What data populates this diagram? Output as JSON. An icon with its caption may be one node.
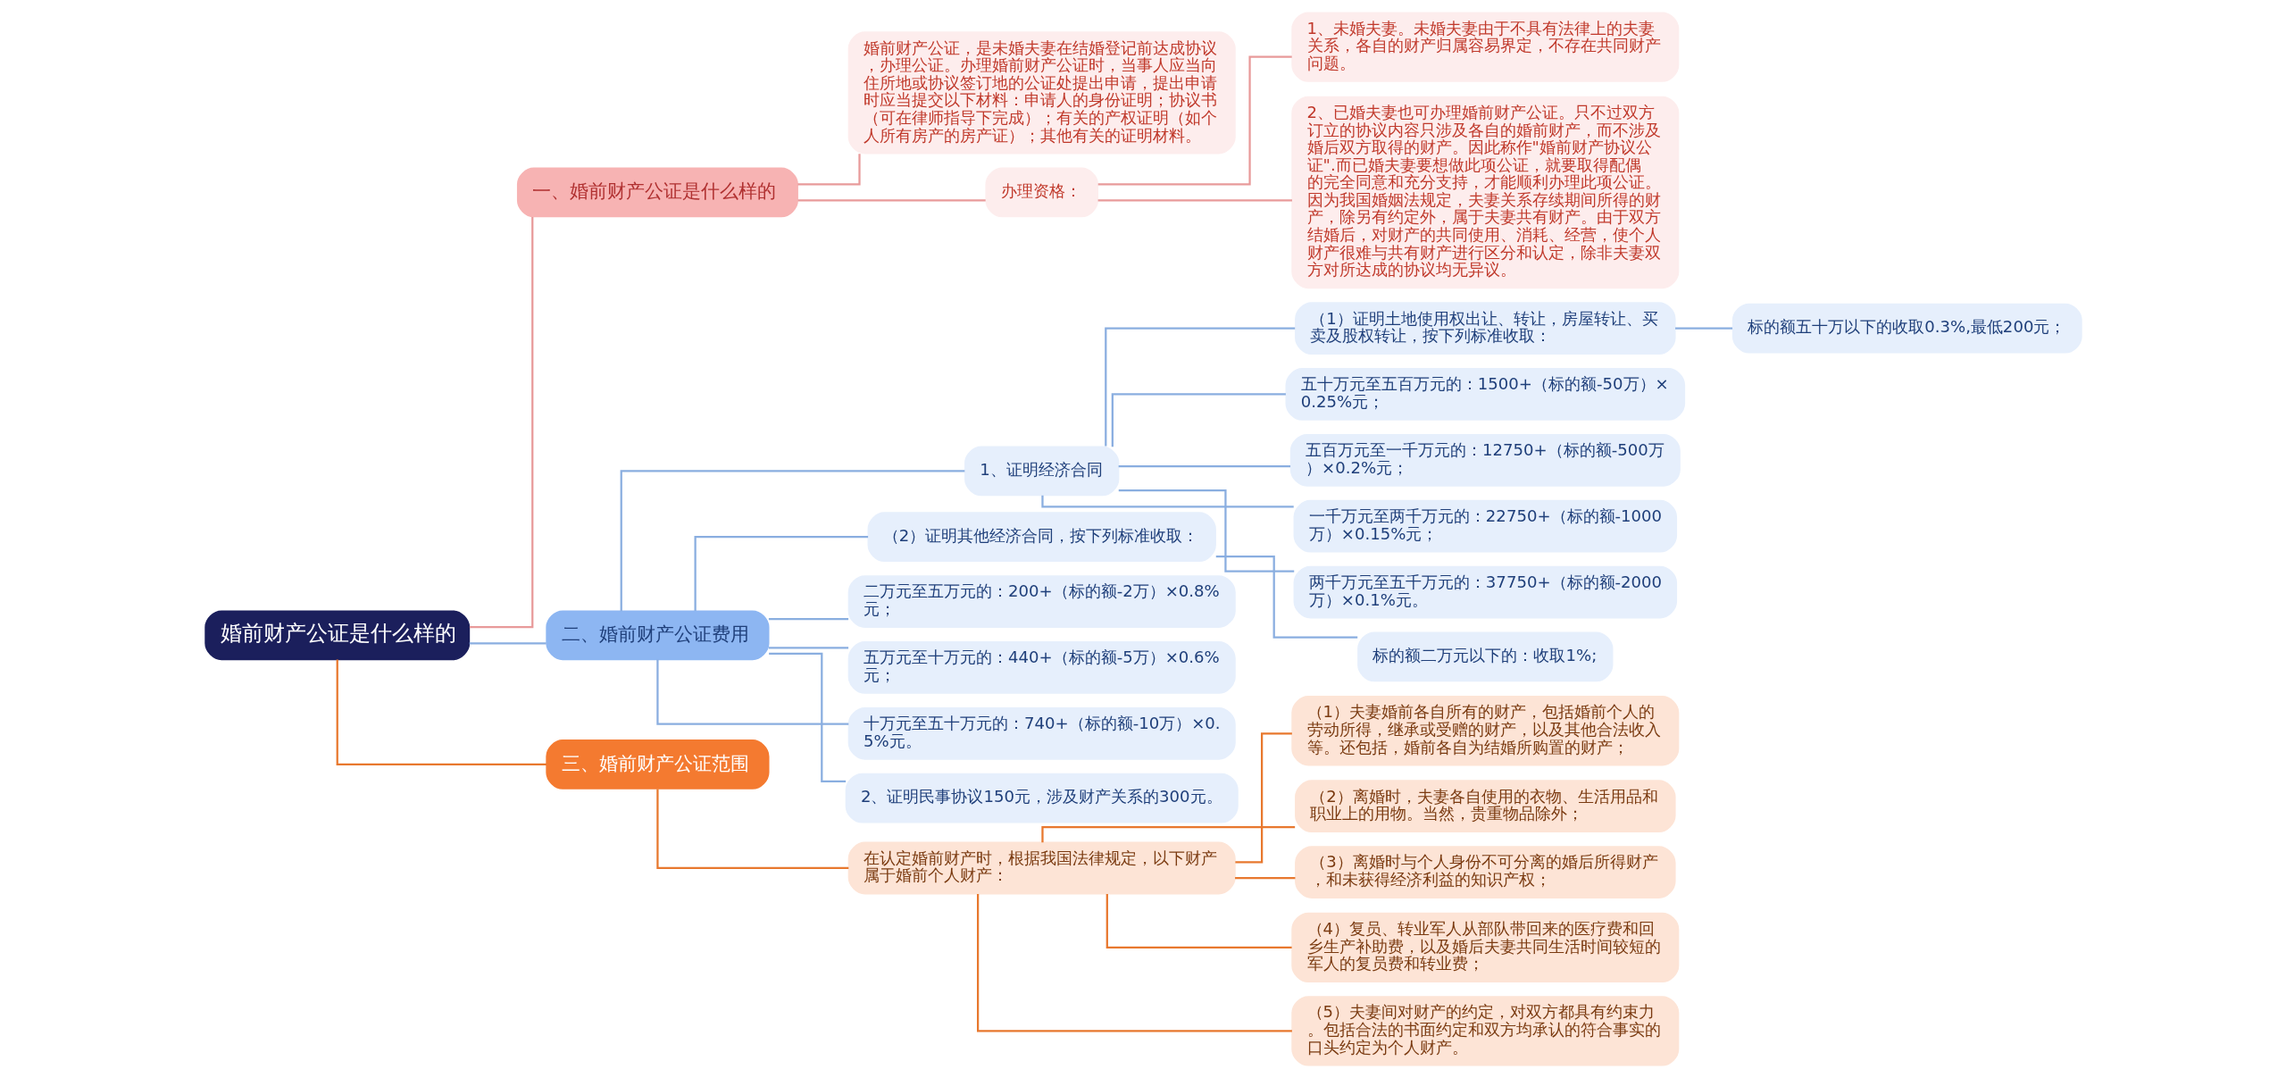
{
  "diagram": {
    "nodes": [
      {
        "text": [
          "婚前财产公证是什么样的"
        ]
      },
      {
        "text": [
          "一、婚前财产公证是什么样的"
        ]
      },
      {
        "text": [
          "婚前财产公证，是未婚夫妻在结婚登记前达成协议，办理公证。办理婚前财产公证时，当事人应当向住所地或协议签订地的公证处提出申请，提出申请时应当提交以下材料：申请人的身份证明；协议书（可在律师指导下完成）；有关的产权证明（如个人所有房产的房产证）；其他有关的证明材料。"
        ]
      },
      {
        "text": [
          "办理资格："
        ]
      },
      {
        "text": [
          "1、未婚夫妻。未婚夫妻由于不具有法律上的夫妻关系，各自的财产归属容易界定，不存在共同财产问题。"
        ]
      },
      {
        "text": [
          "2、已婚夫妻也可办理婚前财产公证。只不过双方订立的协议内容只涉及各自的婚前财产，而不涉及婚后双方取得的财产。因此称作\"婚前财产协议公证\".而已婚夫妻要想做此项公证，就要取得配偶的完全同意和充分支持，才能顺利办理此项公证。因为我国婚姻法规定，夫妻关系存续期间所得的财产，除另有约定外，属于夫妻共有财产。由于双方结婚后，对财产的共同使用、消耗、经营，使个人财产很难与共有财产进行区分和认定，除非夫妻双方对所达成的协议均无异议。"
        ]
      },
      {
        "text": [
          "二、婚前财产公证费用"
        ]
      },
      {
        "text": [
          "1、证明经济合同"
        ]
      },
      {
        "text": [
          "（1）证明土地使用权出让、转让，房屋转让、买卖及股权转让，按下列标准收取："
        ]
      },
      {
        "text": [
          "标的额五十万以下的收取0.3%,最低200元；"
        ]
      },
      {
        "text": [
          "五十万元至五百万元的：1500+（标的额-50万）×0.25%元；"
        ]
      },
      {
        "text": [
          "五百万元至一千万元的：12750+（标的额-500万）×0.2%元；"
        ]
      },
      {
        "text": [
          "一千万元至两千万元的：22750+（标的额-1000万）×0.15%元；"
        ]
      },
      {
        "text": [
          "两千万元至五千万元的：37750+（标的额-2000万）×0.1%元。"
        ]
      },
      {
        "text": [
          "（2）证明其他经济合同，按下列标准收取："
        ]
      },
      {
        "text": [
          "标的额二万元以下的：收取1%;"
        ]
      },
      {
        "text": [
          "二万元至五万元的：200+（标的额-2万）×0.8%元；"
        ]
      },
      {
        "text": [
          "五万元至十万元的：440+（标的额-5万）×0.6%元；"
        ]
      },
      {
        "text": [
          "十万元至五十万元的：740+（标的额-10万）×0.5%元。"
        ]
      },
      {
        "text": [
          "2、证明民事协议150元，涉及财产关系的300元。"
        ]
      },
      {
        "text": [
          "三、婚前财产公证范围"
        ]
      },
      {
        "text": [
          "在认定婚前财产时，根据我国法律规定，以下财产属于婚前个人财产："
        ]
      },
      {
        "text": [
          "（1）夫妻婚前各自所有的财产，包括婚前个人的劳动所得，继承或受赠的财产，以及其他合法收入等。还包括，婚前各自为结婚所购置的财产；"
        ]
      },
      {
        "text": [
          "（2）离婚时，夫妻各自使用的衣物、生活用品和职业上的用物。当然，贵重物品除外；"
        ]
      },
      {
        "text": [
          "（3）离婚时与个人身份不可分离的婚后所得财产，和未获得经济利益的知识产权；"
        ]
      },
      {
        "text": [
          "（4）复员、转业军人从部队带回来的医疗费和回乡生产补助费，以及婚后夫妻共同生活时间较短的军人的复员费和转业费；"
        ]
      },
      {
        "text": [
          "（5）夫妻间对财产的约定，对双方都具有约束力。包括合法的书面约定和双方均承认的符合事实的口头约定为个人财产。"
        ]
      }
    ],
    "edges": [
      {
        "from": 0,
        "to": 1,
        "arrow": "none",
        "color": "#e89a9a"
      },
      {
        "from": 1,
        "to": 2,
        "arrow": "none",
        "color": "#e89a9a"
      },
      {
        "from": 1,
        "to": 3,
        "arrow": "none",
        "color": "#e89a9a"
      },
      {
        "from": 3,
        "to": 4,
        "arrow": "none",
        "color": "#e89a9a"
      },
      {
        "from": 3,
        "to": 5,
        "arrow": "none",
        "color": "#e89a9a"
      },
      {
        "from": 0,
        "to": 6,
        "arrow": "none"
      },
      {
        "from": 6,
        "to": 7,
        "arrow": "none"
      },
      {
        "from": 7,
        "to": 8,
        "arrow": "none"
      },
      {
        "from": 8,
        "to": 9,
        "arrow": "none"
      },
      {
        "from": 7,
        "to": 10,
        "arrow": "none"
      },
      {
        "from": 7,
        "to": 11,
        "arrow": "none"
      },
      {
        "from": 7,
        "to": 12,
        "arrow": "none"
      },
      {
        "from": 7,
        "to": 13,
        "arrow": "none"
      },
      {
        "from": 6,
        "to": 14,
        "arrow": "none"
      },
      {
        "from": 14,
        "to": 15,
        "arrow": "none"
      },
      {
        "from": 6,
        "to": 16,
        "arrow": "none"
      },
      {
        "from": 6,
        "to": 17,
        "arrow": "none"
      },
      {
        "from": 6,
        "to": 18,
        "arrow": "none"
      },
      {
        "from": 6,
        "to": 19,
        "arrow": "none"
      },
      {
        "from": 0,
        "to": 20,
        "arrow": "none",
        "color": "#e8782e"
      },
      {
        "from": 20,
        "to": 21,
        "arrow": "none",
        "color": "#e8782e"
      },
      {
        "from": 21,
        "to": 22,
        "arrow": "none",
        "color": "#e8782e"
      },
      {
        "from": 21,
        "to": 23,
        "arrow": "none",
        "color": "#e8782e"
      },
      {
        "from": 21,
        "to": 24,
        "arrow": "none",
        "color": "#e8782e"
      },
      {
        "from": 21,
        "to": 25,
        "arrow": "none",
        "color": "#e8782e"
      },
      {
        "from": 21,
        "to": 26,
        "arrow": "none",
        "color": "#e8782e"
      }
    ]
  }
}
